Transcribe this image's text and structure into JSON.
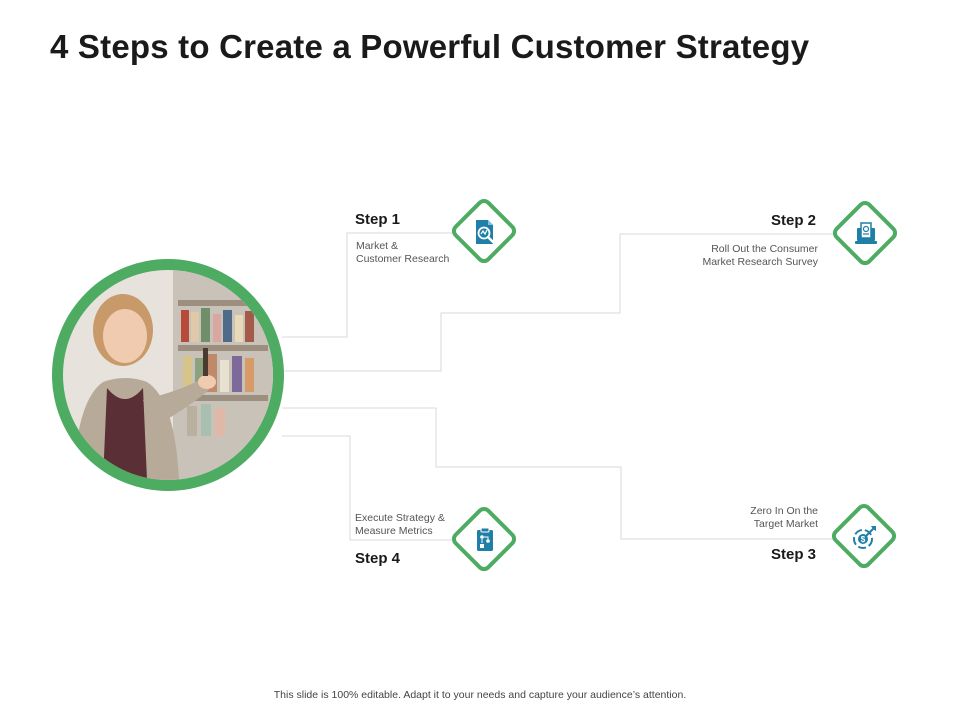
{
  "slide": {
    "title": "4 Steps to Create a Powerful Customer Strategy",
    "footer": "This slide is 100% editable. Adapt it to your needs and capture your audience’s attention."
  },
  "colors": {
    "accent": "#4dab62",
    "icon": "#1f7fa6",
    "line": "#d9d9d9"
  },
  "steps": [
    {
      "label": "Step 1",
      "lines": [
        "Market &",
        "Customer Research"
      ],
      "icon": "search-chart-icon"
    },
    {
      "label": "Step 2",
      "lines": [
        "Roll Out the Consumer",
        "Market Research Survey"
      ],
      "icon": "laptop-document-icon"
    },
    {
      "label": "Step 3",
      "lines": [
        "Zero In On the",
        "Target Market"
      ],
      "icon": "target-dollar-icon"
    },
    {
      "label": "Step 4",
      "lines": [
        "Execute Strategy &",
        "Measure Metrics"
      ],
      "icon": "clipboard-flow-icon"
    }
  ]
}
